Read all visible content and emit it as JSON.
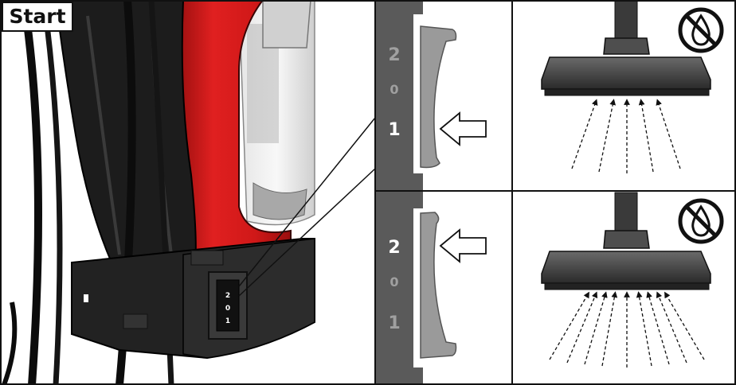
{
  "header": {
    "start_label": "Start"
  },
  "switch_panel": {
    "positions": [
      "2",
      "0",
      "1"
    ]
  },
  "top_panel": {
    "positions": [
      "2",
      "0",
      "1"
    ],
    "active_position": "1"
  },
  "bottom_panel": {
    "positions": [
      "2",
      "0",
      "1"
    ],
    "active_position": "2"
  },
  "icons": {
    "top_no_water": "no-water-icon",
    "bottom_no_water": "no-water-icon",
    "arrow": "hollow-left-arrow-icon"
  },
  "colors": {
    "vacuum_red": "#d01818",
    "body_black": "#1c1c1c",
    "switch_bar": "#5a5a5a",
    "inactive_digit": "#a0a0a0",
    "active_digit": "#ffffff",
    "slider": "#9a9a9a",
    "nozzle": "#4a4a4a"
  }
}
